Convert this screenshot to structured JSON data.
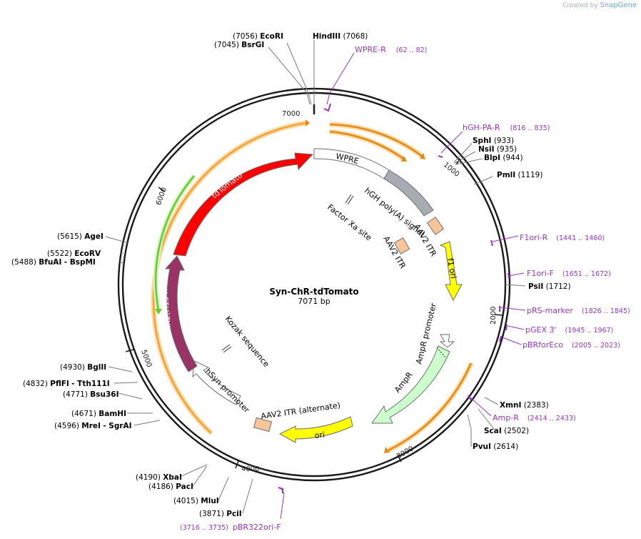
{
  "credit": {
    "prefix": "Created by",
    "brand": "SnapGene"
  },
  "plasmid": {
    "name": "Syn-ChR-tdTomato",
    "size_label": "7071 bp",
    "length": 7071
  },
  "ticks": [
    "1000",
    "2000",
    "3000",
    "4000",
    "5000",
    "6000",
    "7000"
  ],
  "sites": [
    {
      "name": "EcoRI",
      "pos": "(7056)"
    },
    {
      "name": "BsrGI",
      "pos": "(7045)"
    },
    {
      "name": "HindIII",
      "pos": "(7068)"
    },
    {
      "name": "SphI",
      "pos": "(933)"
    },
    {
      "name": "NsiI",
      "pos": "(935)"
    },
    {
      "name": "BlpI",
      "pos": "(944)"
    },
    {
      "name": "PmlI",
      "pos": "(1119)"
    },
    {
      "name": "PsiI",
      "pos": "(1712)"
    },
    {
      "name": "XmnI",
      "pos": "(2383)"
    },
    {
      "name": "ScaI",
      "pos": "(2502)"
    },
    {
      "name": "PvuI",
      "pos": "(2614)"
    },
    {
      "name": "PciI",
      "pos": "(3871)"
    },
    {
      "name": "MluI",
      "pos": "(4015)"
    },
    {
      "name": "PacI",
      "pos": "(4186)"
    },
    {
      "name": "XbaI",
      "pos": "(4190)"
    },
    {
      "name": "MreI",
      "pos": "(4596)",
      "extra": "- SgrAI"
    },
    {
      "name": "BamHI",
      "pos": "(4671)"
    },
    {
      "name": "Bsu36I",
      "pos": "(4771)"
    },
    {
      "name": "PflFI",
      "pos": "(4832)",
      "extra": "- Tth111I"
    },
    {
      "name": "BglII",
      "pos": "(4930)"
    },
    {
      "name": "BfuAI",
      "pos": "(5488)",
      "extra": "- BspMI"
    },
    {
      "name": "EcoRV",
      "pos": "(5522)"
    },
    {
      "name": "AgeI",
      "pos": "(5615)"
    }
  ],
  "primers": [
    {
      "name": "WPRE-R",
      "range": "(62 .. 82)"
    },
    {
      "name": "hGH-PA-R",
      "range": "(816 .. 835)"
    },
    {
      "name": "F1ori-R",
      "range": "(1441 .. 1460)"
    },
    {
      "name": "F1ori-F",
      "range": "(1651 .. 1672)"
    },
    {
      "name": "pRS-marker",
      "range": "(1826 .. 1845)"
    },
    {
      "name": "pGEX 3'",
      "range": "(1945 .. 1967)"
    },
    {
      "name": "pBRforEco",
      "range": "(2005 .. 2023)"
    },
    {
      "name": "Amp-R",
      "range": "(2414 .. 2433)"
    },
    {
      "name": "pBR322ori-F",
      "range": "(3716 .. 3735)"
    }
  ],
  "features": [
    {
      "name": "WPRE",
      "color": "#ffffff"
    },
    {
      "name": "hGH poly(A) signal",
      "color": "#a7acb2"
    },
    {
      "name": "AAV2 ITR",
      "color": "#f8c59a"
    },
    {
      "name": "f1 ori",
      "color": "#ffff00"
    },
    {
      "name": "AmpR promoter",
      "color": "#ffffff"
    },
    {
      "name": "AmpR",
      "color": "#ccffcc"
    },
    {
      "name": "ori",
      "color": "#ffff00"
    },
    {
      "name": "AAV2 ITR (alternate)",
      "color": "#f8c59a"
    },
    {
      "name": "hSyn promoter",
      "color": "#ffffff"
    },
    {
      "name": "ChR2(H134R)",
      "color": "#993366"
    },
    {
      "name": "tdTomato",
      "color": "#ff0000"
    },
    {
      "name": "Factor Xa site",
      "color": "#ffffff"
    },
    {
      "name": "AAV2 ITR",
      "color": "#f8c59a"
    },
    {
      "name": "Kozak sequence",
      "color": "#ffffff"
    }
  ],
  "colors": {
    "primer": "#9933cc",
    "orf_fill": "#f3a33c",
    "orf_halo": "#ffd9a0",
    "orf_green": "#66cc33",
    "backbone": "#1a1a1a"
  }
}
